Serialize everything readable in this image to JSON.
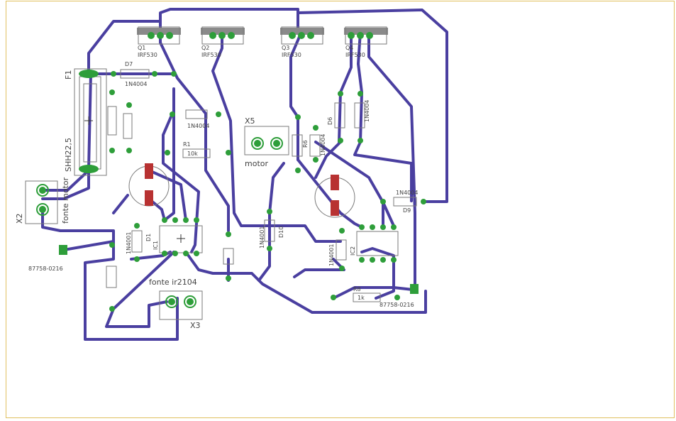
{
  "components": {
    "q1": {
      "ref": "Q1",
      "value": "IRF530"
    },
    "q2": {
      "ref": "Q2",
      "value": "IRF530"
    },
    "q3": {
      "ref": "Q3",
      "value": "IRF530"
    },
    "q4": {
      "ref": "Q4",
      "value": "IRF530"
    },
    "d7": {
      "ref": "D7",
      "value": "1N4004"
    },
    "f1": {
      "ref": "F1",
      "value": "SHH22,5"
    },
    "x2": {
      "ref": "X2",
      "value": "fonte motor"
    },
    "x5": {
      "ref": "X5",
      "value": "motor"
    },
    "x3": {
      "ref": "X3",
      "value": "fonte ir2104"
    },
    "x_left": {
      "value": "87758-0216"
    },
    "x_right": {
      "value": "87758-0216"
    },
    "r1": {
      "ref": "R1",
      "value": "10k"
    },
    "r8": {
      "ref": "R8",
      "value": "1k"
    },
    "ic1": {
      "ref": "IC1"
    },
    "ic2": {
      "ref": "IC2"
    },
    "d9": {
      "ref": "D9",
      "value": "1N4004"
    },
    "d1": {
      "ref": "D1",
      "value": "1N4001"
    },
    "d10": {
      "ref": "D10",
      "value": "1N4001"
    },
    "mid_diode": {
      "value": "1N4004"
    },
    "d6": {
      "ref": "D6",
      "value": "1N4004"
    },
    "r6": {
      "ref": "R6",
      "value": "1N4004"
    },
    "ic2_diode": {
      "value": "1N4001"
    }
  }
}
